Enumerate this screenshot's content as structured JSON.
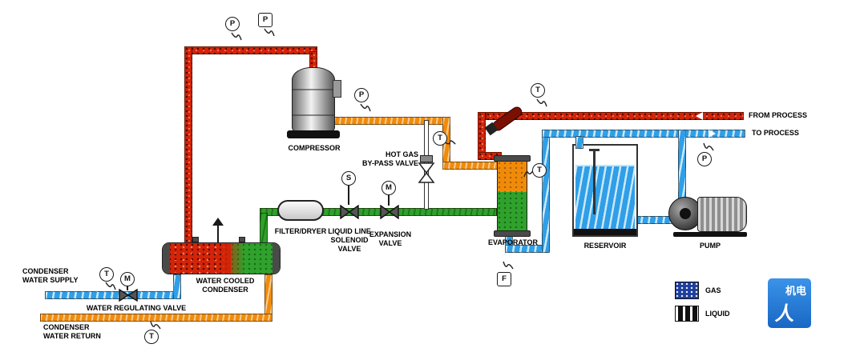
{
  "labels": {
    "compressor": "COMPRESSOR",
    "hot_gas_bypass_valve": "HOT GAS\nBY-PASS VALVE",
    "filter_dryer": "FILTER/DRYER",
    "liquid_line_solenoid_valve": "LIQUID LINE\nSOLENOID\nVALVE",
    "expansion_valve": "EXPANSION\nVALVE",
    "evaporator": "EVAPORATOR",
    "reservoir": "RESERVOIR",
    "pump": "PUMP",
    "water_cooled_condenser": "WATER COOLED\nCONDENSER",
    "water_regulating_valve": "WATER REGULATING VALVE",
    "from_process": "FROM PROCESS",
    "to_process": "TO PROCESS",
    "condenser_water_supply": "CONDENSER\nWATER SUPPLY",
    "condenser_water_return": "CONDENSER\nWATER RETURN"
  },
  "sensors": {
    "pressure": "P",
    "temperature": "T",
    "motor_actuator": "M",
    "solenoid_coil": "S",
    "flow_switch": "F"
  },
  "legend": {
    "gas": "GAS",
    "liquid": "LIQUID"
  },
  "logo": {
    "line1": "机电",
    "line2": "人"
  },
  "colors": {
    "hot_gas_line": "#d42408",
    "suction_line": "#f08b0a",
    "liquid_line": "#2fa12c",
    "water_line": "#2f9fe8"
  }
}
